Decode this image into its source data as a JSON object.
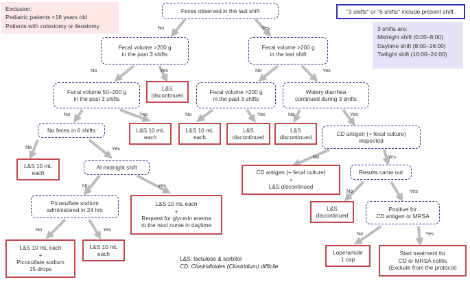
{
  "exclusion": {
    "title": "Exclusion:",
    "lines": [
      "Pediatric patients <18 years old",
      "Patients with colostomy or ileostomy"
    ]
  },
  "present_note": "\"3 shifts\" or \"6 shifts\" include present shift.",
  "shifts_note": {
    "title": "3 shifts are:",
    "lines": [
      "Midnight shift (0:00–8:00)",
      "Daytime shift (8:00–16:00)",
      "Twilight shift (16:00–24:00)"
    ]
  },
  "branch_labels": {
    "yes": "Yes",
    "no": "No"
  },
  "nodes": {
    "root": "Feces observed in the last shift",
    "n_fv200_3": "Fecal volume >200 g\nin the past 3 shifts",
    "n_fv200_last": "Fecal volume >200 g\nin the last shift",
    "n_fv50_200": "Fecal volume 50–200 g\nin the past 3 shifts",
    "a_ls_disc_1": "L&S\ndiscontinued",
    "n_fv200_3b": "Fecal volume >200 g\nin the past 3 shifts",
    "n_watery": "Watery diarrhea\ncontinued during 3 shifts",
    "n_nofeces": "No feces in 6 shifts",
    "a_ls10_1": "L&S 10 mL\neach",
    "a_ls10_2": "L&S 10 mL\neach",
    "a_ls_disc_2": "L&S\ndiscontinued",
    "a_ls_disc_3": "L&S\ndiscontinued",
    "n_cd_inspected_1": "antigen (+ fecal culture)",
    "n_cd_inspected_2": "inspected",
    "a_ls10_3": "L&S 10 mL\neach",
    "n_midnight": "At midnight shift",
    "a_cd_disc_1": "antigen (+ fecal culture)",
    "a_cd_disc_2": "+\nL&S discontinued",
    "n_results": "Results came out",
    "n_picosulfate": "Picosulfate sodium\nadministered in 24 hrs",
    "a_glycerin": "L&S 10 mL each\n+\nRequest for glycerin enema\nto the next nurse in daytime",
    "a_ls_disc_4": "L&S\ndiscontinued",
    "n_positive_1": "Positive for",
    "n_positive_2": "antigen or MRSA",
    "a_ls10_pico": "L&S 10 mL each\n+\nPicosulfate sodium\n15 drops",
    "a_ls10_4": "L&S 10 mL\neach",
    "a_loperamide": "Loperamide\n1 cap",
    "a_treat_1": "Start treatment for",
    "a_treat_2": "or MRSA colitis",
    "a_treat_3": "(Exclude from the protocol)"
  },
  "cd_abbrev": "CD",
  "legend": {
    "ls": "L&S: lactulose & sorbitol",
    "cd_prefix": "CD",
    "cd_text": ": Clostridioides (Clostridium) difficile"
  }
}
